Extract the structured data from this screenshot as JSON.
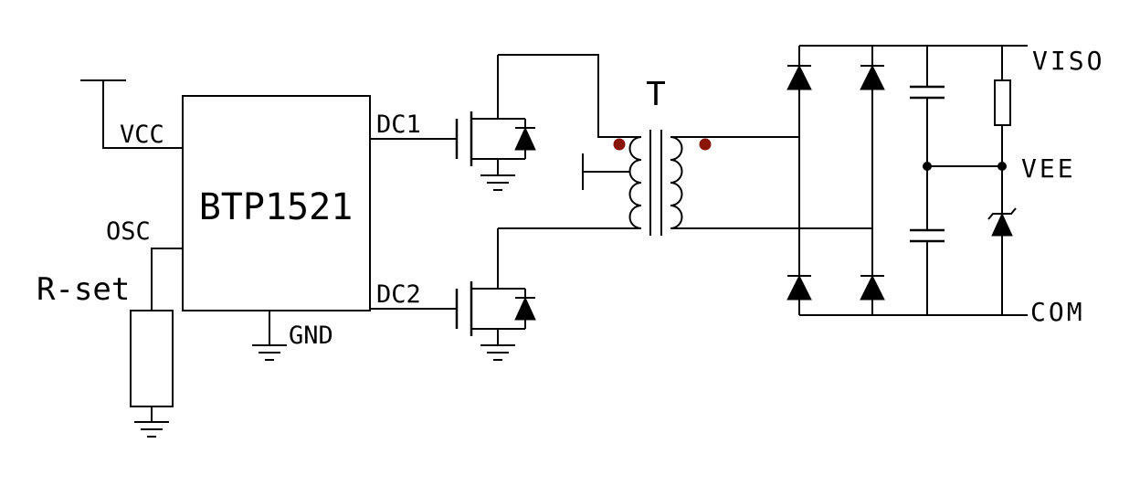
{
  "schematic": {
    "ic": {
      "part_number": "BTP1521",
      "pins": {
        "vcc": "VCC",
        "osc": "OSC",
        "gnd": "GND",
        "dc1": "DC1",
        "dc2": "DC2"
      }
    },
    "rset_label": "R-set",
    "transformer_label": "T",
    "nets": {
      "viso": "VISO",
      "vee": "VEE",
      "com": "COM"
    }
  },
  "colors": {
    "wire": "#000000",
    "polarity_dot": "#8b1408",
    "junction_dot": "#000000",
    "background": "#ffffff"
  },
  "components": [
    "controller-ic",
    "rset-resistor",
    "high-side-n-mosfet-with-body-diode",
    "low-side-n-mosfet-with-body-diode",
    "isolation-transformer",
    "diode-bridge-rectifier",
    "filter-capacitor-upper",
    "filter-capacitor-lower",
    "output-resistor",
    "zener-diode",
    "ground-symbols"
  ]
}
